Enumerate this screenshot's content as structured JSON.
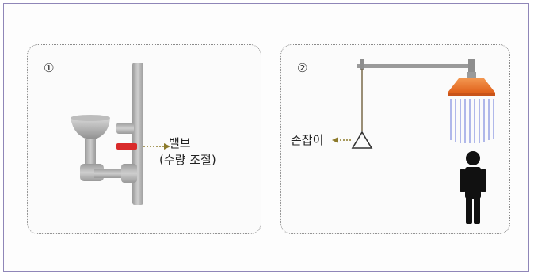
{
  "panels": [
    {
      "number": "①",
      "labels": {
        "valve_line1": "밸브",
        "valve_line2": "(수량 조절)"
      }
    },
    {
      "number": "②",
      "labels": {
        "handle": "손잡이"
      }
    }
  ],
  "colors": {
    "frame": "#8f86b8",
    "metal": "#b3b3b3",
    "metal_dark": "#8e8e8e",
    "valve_red": "#d92b2b",
    "shower_orange": "#f07a2e",
    "water": "#9ea7e6",
    "arrow": "#8c7a2a",
    "person": "#111111"
  },
  "icons": [
    "eyewash-basin-icon",
    "valve-icon",
    "shower-head-icon",
    "pull-handle-icon",
    "person-icon"
  ]
}
